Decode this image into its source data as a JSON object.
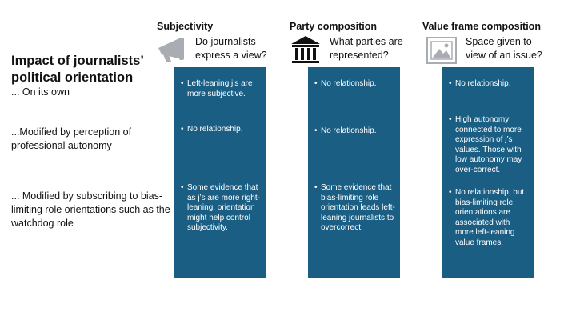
{
  "title": "Impact of journalists’ political orientation",
  "rows": [
    {
      "label": "... On its own"
    },
    {
      "label": "...Modified by perception of professional autonomy"
    },
    {
      "label": "... Modified by subscribing to bias-limiting role orientations such as the watchdog role"
    }
  ],
  "columns": [
    {
      "heading": "Subjectivity",
      "question": "Do journalists express a view?",
      "icon": "megaphone-icon",
      "cells": [
        "Left-leaning j’s are more subjective.",
        "No relationship.",
        "Some evidence that as j’s are more right-leaning, orientation might help control subjectivity."
      ]
    },
    {
      "heading": "Party composition",
      "question": "What parties are represented?",
      "icon": "government-building-icon",
      "cells": [
        "No relationship.",
        "No relationship.",
        "Some evidence that bias-limiting role orientation leads left-leaning journalists to overcorrect."
      ]
    },
    {
      "heading": "Value frame composition",
      "question": "Space given to view of an issue?",
      "icon": "picture-frame-icon",
      "cells": [
        "No relationship.",
        "High autonomy connected to more expression of j’s values.  Those with low autonomy may over-correct.",
        "No relationship, but bias-limiting role orientations are associated with more left-leaning  value frames."
      ]
    }
  ],
  "colors": {
    "column_fill": "#1b5e84",
    "cell_text": "#ffffff",
    "icon_gray": "#a9adb3",
    "icon_black": "#111111"
  }
}
